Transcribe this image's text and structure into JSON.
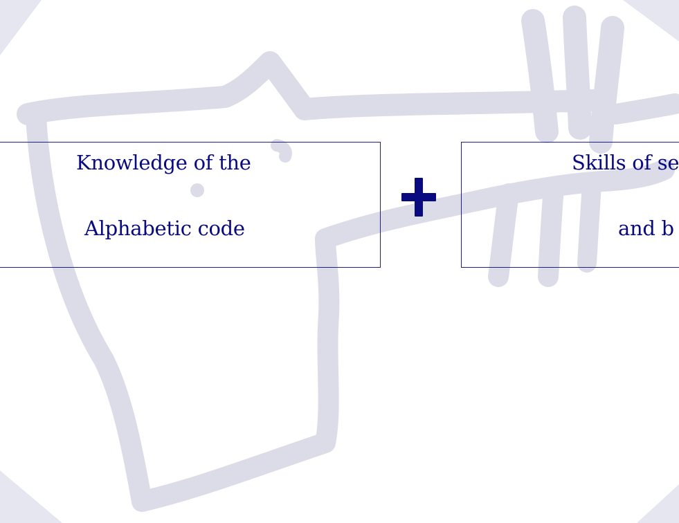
{
  "slide": {
    "left_box": {
      "line1": "Knowledge of the",
      "line2": "Alphabetic code"
    },
    "operator": "+",
    "right_box": {
      "line1": "Skills of se",
      "line2": "and b"
    }
  },
  "colors": {
    "text": "#0a0a80",
    "border": "#1f1f8a",
    "watermark": "#dcdce8"
  },
  "icons": {
    "watermark": "stylized-animal-drawing-watermark",
    "operator": "plus-icon"
  }
}
